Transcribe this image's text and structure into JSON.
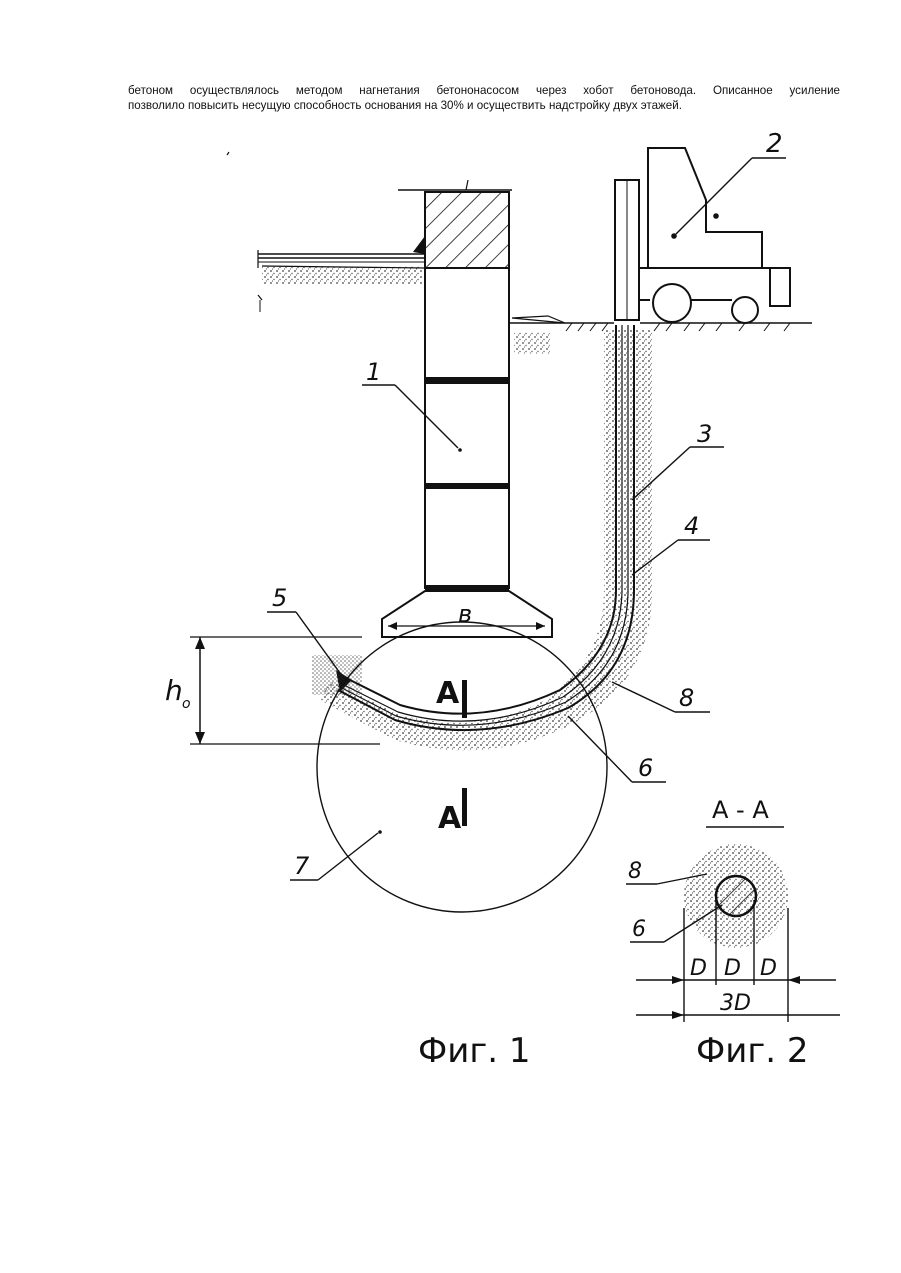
{
  "text": {
    "line1": "бетоном осуществлялось методом нагнетания бетононасосом через хобот бетоновода. Описанное усиление",
    "line2": "позволило повысить несущую способность основания на 30% и осуществить надстройку двух этажей."
  },
  "figure1": {
    "caption": "Фиг. 1",
    "labels": {
      "n1": "1",
      "n2": "2",
      "n3": "3",
      "n4": "4",
      "n5": "5",
      "n6": "6",
      "n7": "7",
      "n8": "8",
      "b": "в",
      "h0": "h",
      "h0_sub": "o",
      "section_top": "А",
      "section_bottom": "А"
    }
  },
  "figure2": {
    "caption": "Фиг. 2",
    "title": "А - А",
    "labels": {
      "n8": "8",
      "n6": "6",
      "d1": "D",
      "d2": "D",
      "d3": "D",
      "total": "3D"
    }
  }
}
